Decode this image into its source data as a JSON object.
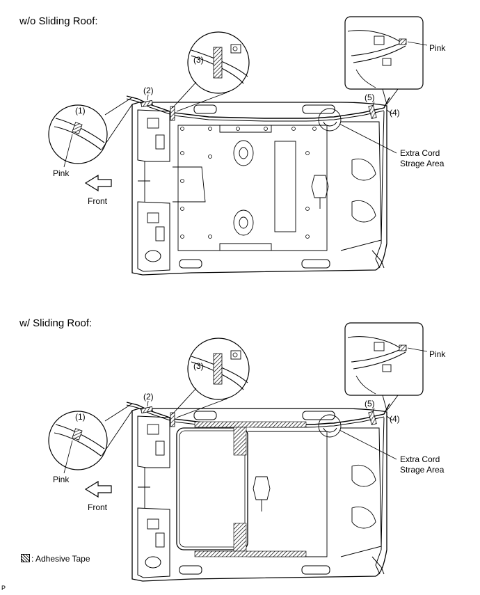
{
  "panels": [
    {
      "title": "w/o Sliding Roof:",
      "callouts": {
        "c1": "(1)",
        "c2": "(2)",
        "c3": "(3)",
        "c4": "(4)",
        "c5": "(5)"
      },
      "pink_left": "Pink",
      "pink_right": "Pink",
      "extra_cord_line1": "Extra Cord",
      "extra_cord_line2": "Strage Area",
      "front": "Front"
    },
    {
      "title": "w/ Sliding Roof:",
      "callouts": {
        "c1": "(1)",
        "c2": "(2)",
        "c3": "(3)",
        "c4": "(4)",
        "c5": "(5)"
      },
      "pink_left": "Pink",
      "pink_right": "Pink",
      "extra_cord_line1": "Extra Cord",
      "extra_cord_line2": "Strage Area",
      "front": "Front"
    }
  ],
  "legend": {
    "adhesive_tape": ": Adhesive Tape"
  },
  "corner_mark": "P"
}
